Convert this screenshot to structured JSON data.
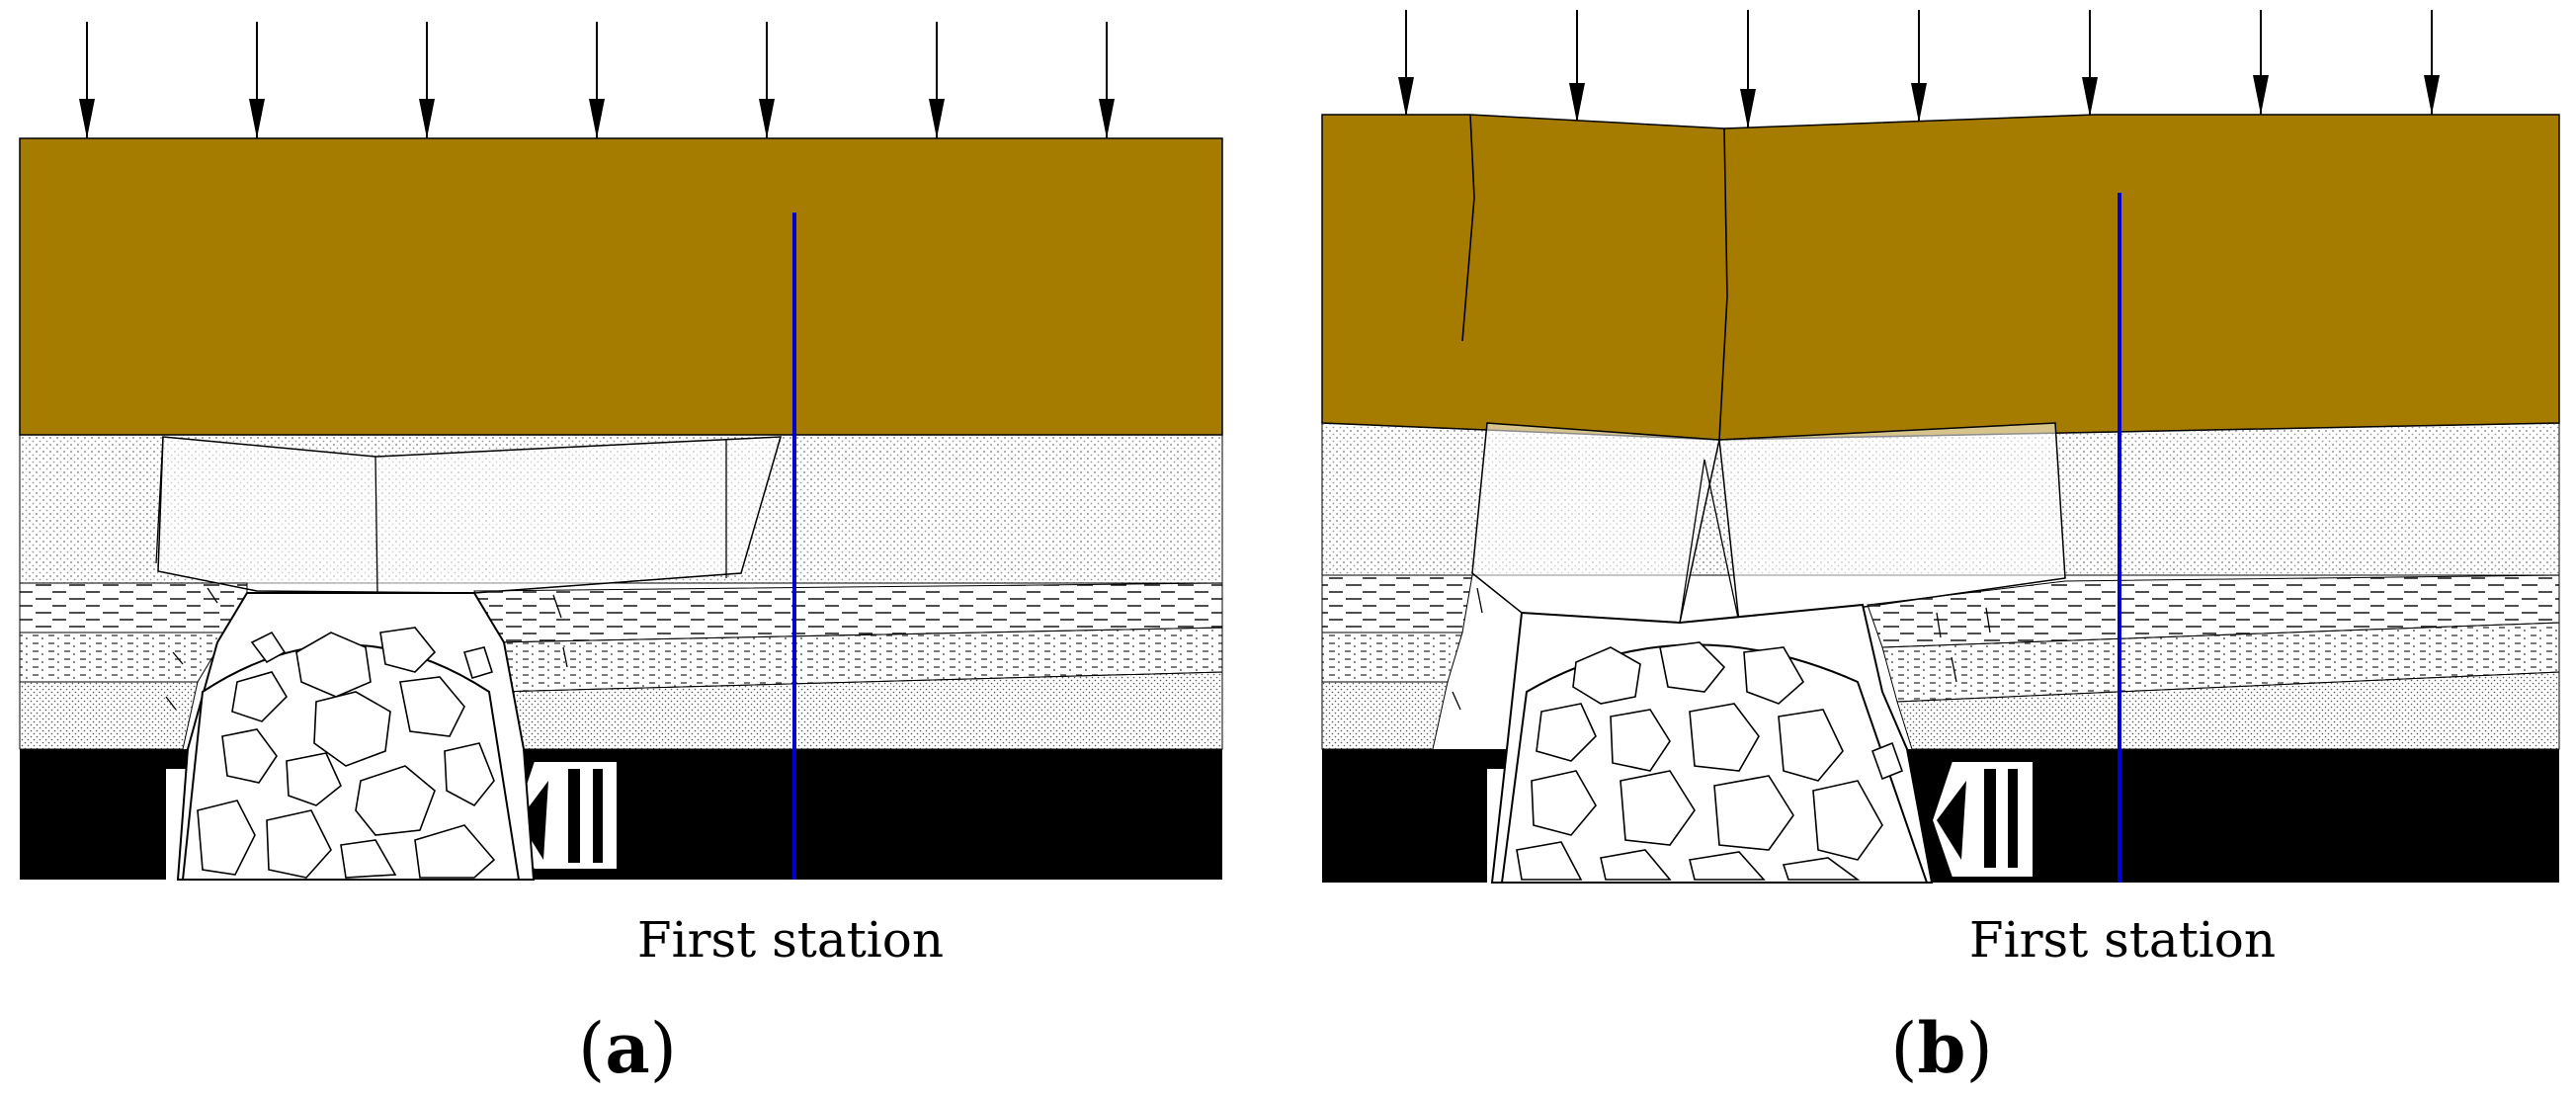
{
  "colors": {
    "main_roof": "#A57C00",
    "coal_seam": "#000000",
    "monitoring_line": "#0000CC",
    "rock_line": "#000000",
    "background": "#FFFFFF"
  },
  "panels": [
    {
      "id": "a",
      "station_label": "First station",
      "panel_label_open": "(",
      "panel_label_letter": "a",
      "panel_label_close": ")"
    },
    {
      "id": "b",
      "station_label": "First station",
      "panel_label_open": "(",
      "panel_label_letter": "b",
      "panel_label_close": ")"
    }
  ]
}
